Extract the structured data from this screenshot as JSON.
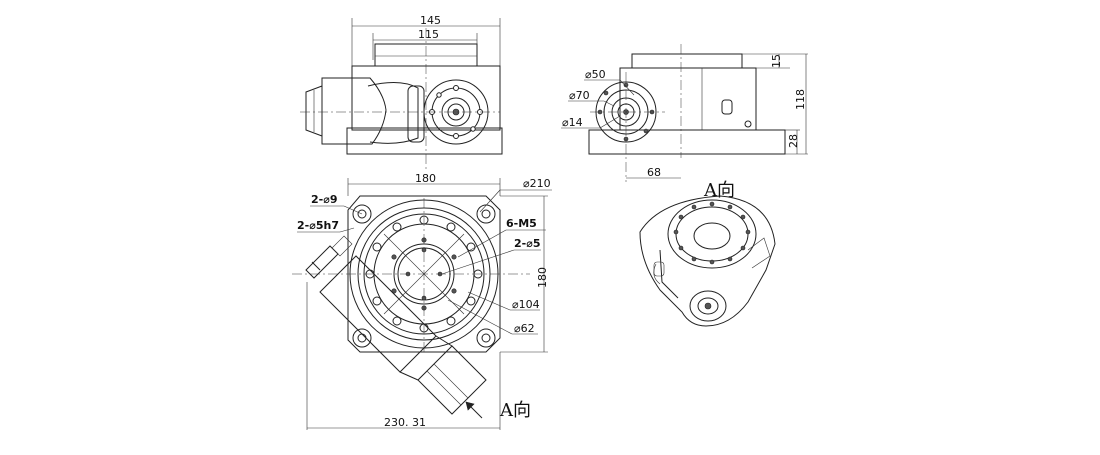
{
  "drawing": {
    "top_view": {
      "dim_width_outer": "145",
      "dim_width_inner": "115"
    },
    "side_view": {
      "dim_d50": "⌀50",
      "dim_d70": "⌀70",
      "dim_d14": "⌀14",
      "dim_68": "68",
      "dim_15": "15",
      "dim_118": "118",
      "dim_28": "28",
      "view_label": "A向"
    },
    "plan_view": {
      "dim_180_top": "180",
      "dim_180_side": "180",
      "dim_d210": "⌀210",
      "callout_2_d9": "2-⌀9",
      "callout_2_d5h7": "2-⌀5h7",
      "callout_6_m5": "6-M5",
      "callout_2_d5": "2-⌀5",
      "dim_d104": "⌀104",
      "dim_d62": "⌀62",
      "dim_230": "230. 31",
      "view_arrow_label": "A向"
    }
  },
  "colors": {
    "line": "#222222",
    "background": "#ffffff"
  }
}
